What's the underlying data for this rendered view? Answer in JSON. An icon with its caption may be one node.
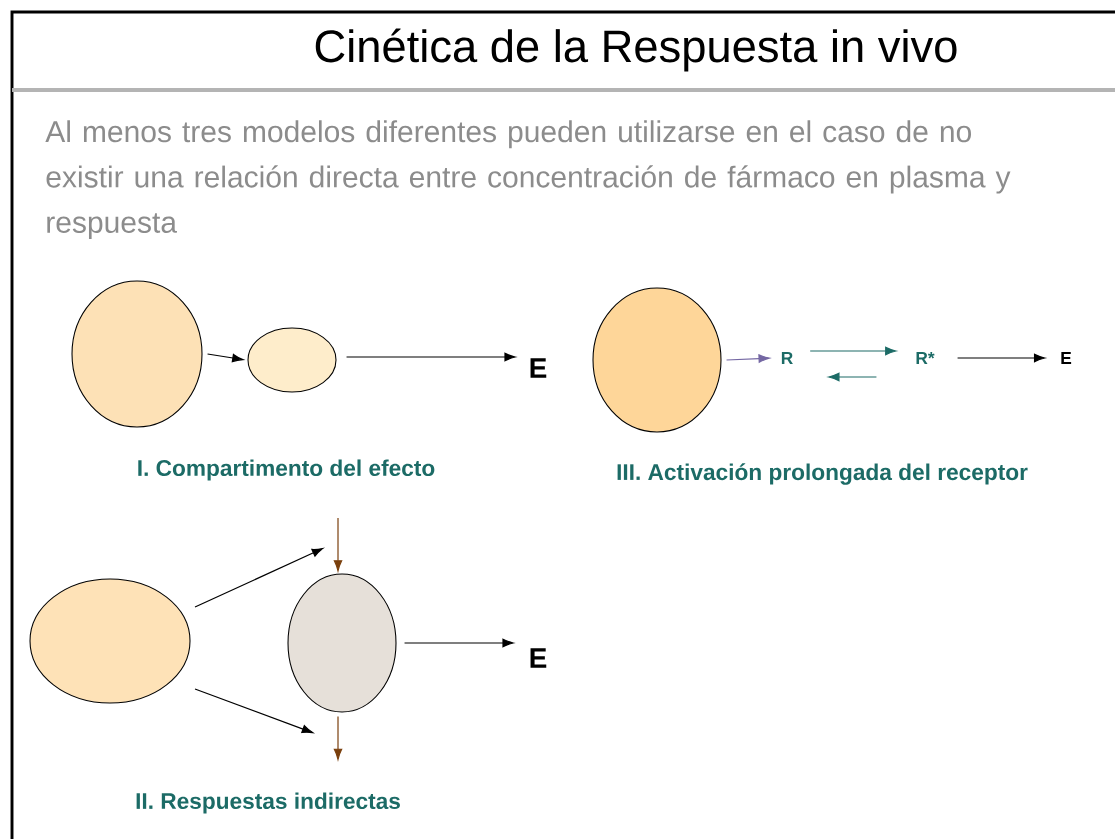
{
  "diagram": {
    "title": "Cinética de la Respuesta in vivo",
    "nodes": [
      {
        "text": [],
        "shape": "ellipse"
      },
      {
        "text": [],
        "shape": "ellipse"
      },
      {
        "text": [
          "E"
        ]
      },
      {
        "text": [],
        "shape": "ellipse"
      },
      {
        "text": [
          "R"
        ]
      },
      {
        "text": [
          "R*"
        ]
      },
      {
        "text": [
          "E"
        ]
      },
      {
        "text": [],
        "shape": "ellipse"
      },
      {
        "text": [],
        "shape": "ellipse"
      },
      {
        "text": [
          "E"
        ]
      }
    ],
    "edges": [
      {
        "from": 0,
        "to": 1,
        "arrow": "to"
      },
      {
        "from": 1,
        "to": 2,
        "arrow": "to"
      },
      {
        "from": 3,
        "to": 4,
        "arrow": "to",
        "color": "#7467a3"
      },
      {
        "from": 4,
        "to": 5,
        "arrow": "to",
        "color": "#1c6b66"
      },
      {
        "from": 5,
        "to": 4,
        "arrow": "to",
        "color": "#1c6b66"
      },
      {
        "from": 5,
        "to": 6,
        "arrow": "to"
      },
      {
        "from": 7,
        "to": 8,
        "arrow": "to"
      },
      {
        "from": 7,
        "to": 8,
        "arrow": "to"
      },
      {
        "from": null,
        "to": 8,
        "arrow": "to",
        "color": "#7a3f0c"
      },
      {
        "from": 8,
        "to": null,
        "arrow": "to",
        "color": "#7a3f0c"
      },
      {
        "from": 8,
        "to": 9,
        "arrow": "to"
      }
    ],
    "labels": [
      "Al menos tres modelos diferentes pueden utilizarse  en el caso de no existir una relación directa entre concentración de fármaco en plasma y respuesta",
      "I. Compartimento del efecto",
      "III. Activación prolongada del receptor",
      "II. Respuestas indirectas"
    ]
  }
}
